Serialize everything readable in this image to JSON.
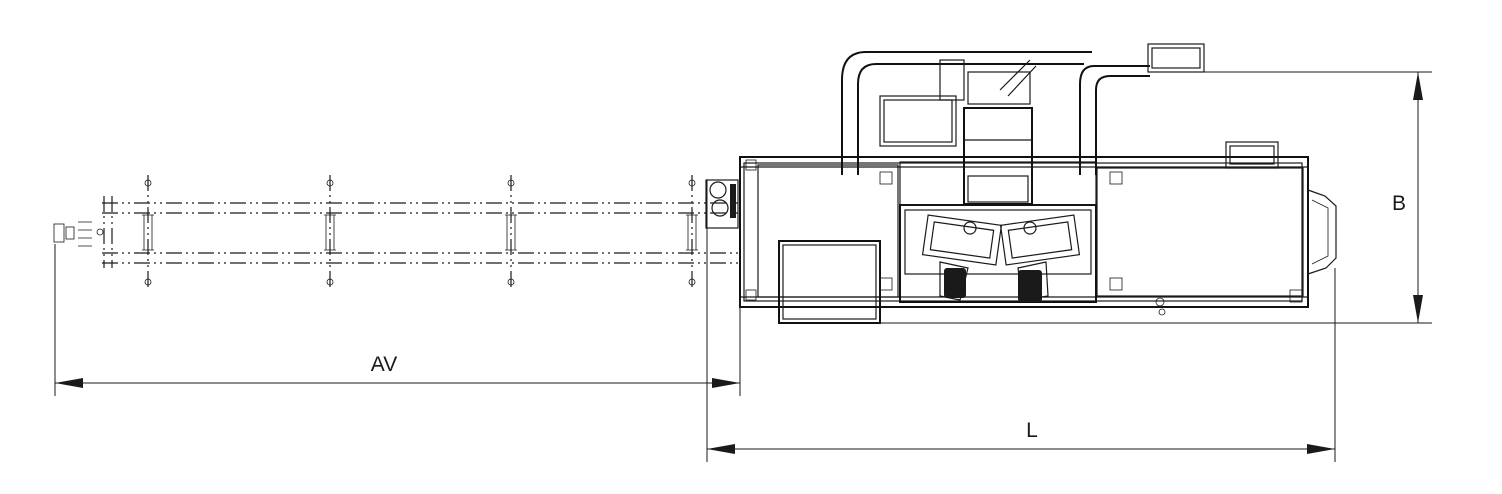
{
  "dimensions": {
    "av_label": "AV",
    "l_label": "L",
    "b_label": "B"
  },
  "colors": {
    "line": "#1a1a1a",
    "background": "#ffffff"
  }
}
